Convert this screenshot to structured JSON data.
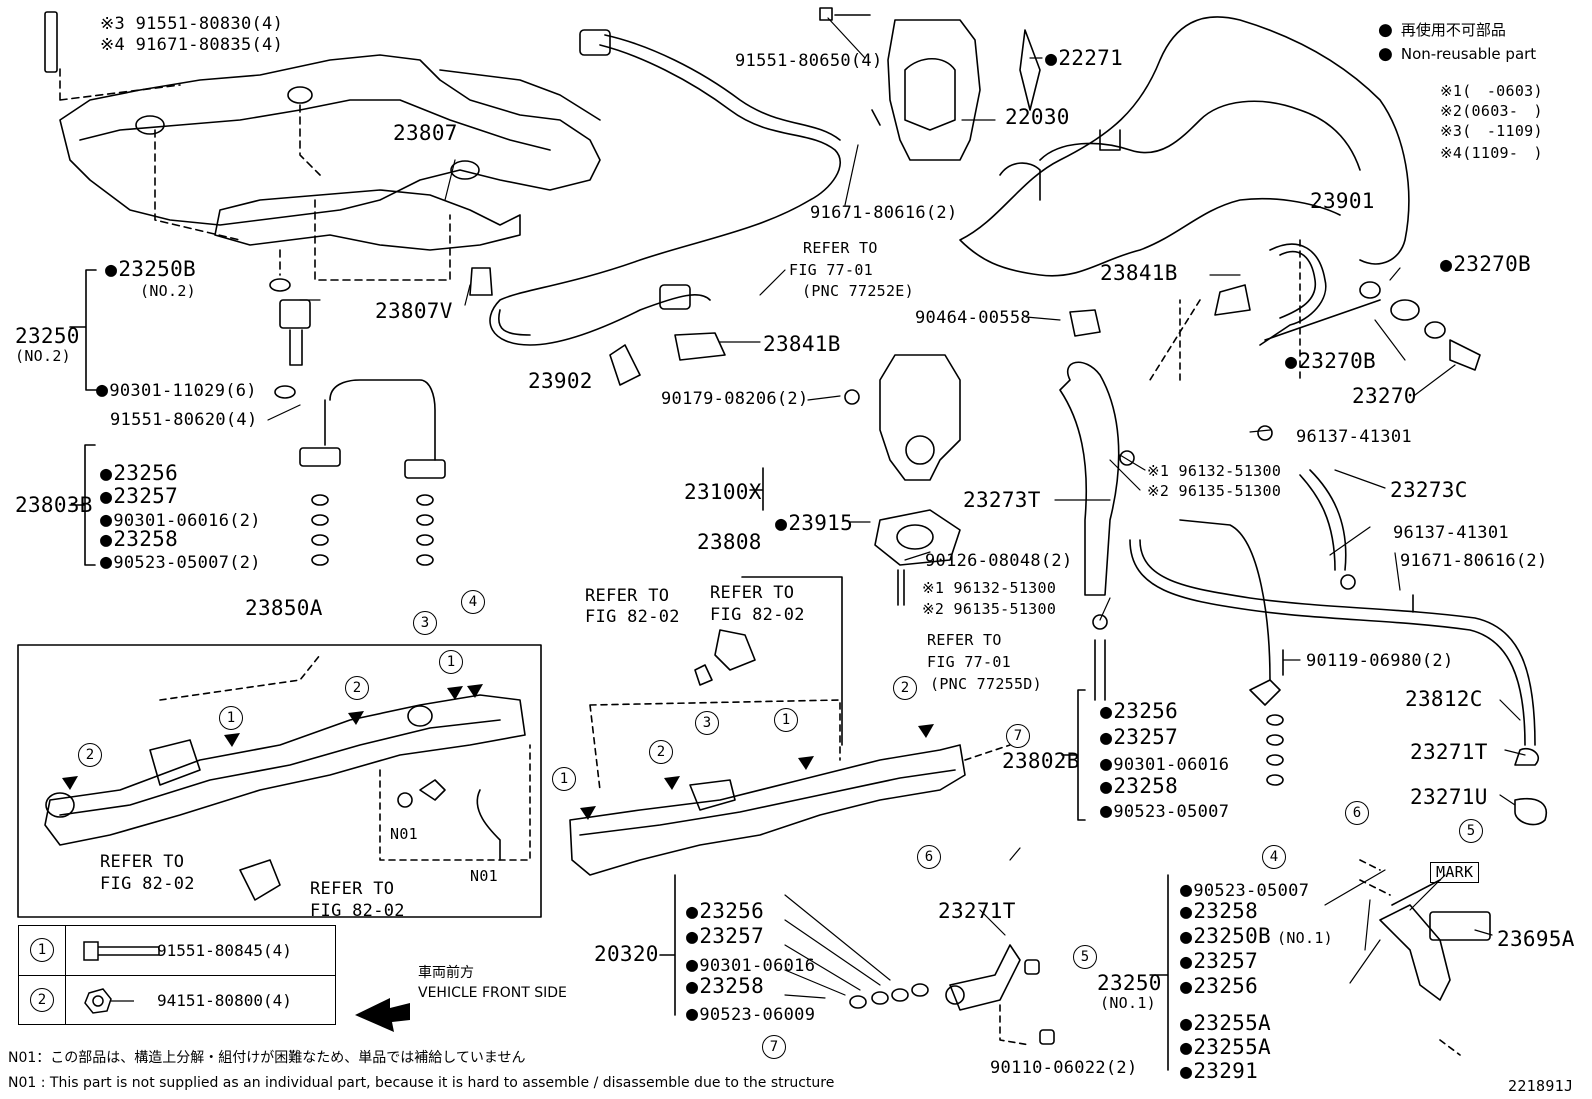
{
  "legend": {
    "non_reusable_ja": "再使用不可部品",
    "non_reusable_en": "Non-reusable part",
    "variants": [
      "※1(　-0603)",
      "※2(0603-　)",
      "※3(　-1109)",
      "※4(1109-　)"
    ]
  },
  "labels": {
    "p1": "※3 91551-80830(4)",
    "p2": "※4 91671-80835(4)",
    "p3": "91551-80650(4)",
    "p4": "22271",
    "p5": "22030",
    "p6": "23807",
    "p7": "91671-80616(2)",
    "p8": "REFER TO",
    "p9": "FIG 77-01",
    "p10": "(PNC 77252E)",
    "p11": "23901",
    "p12": "23841B",
    "p13": "23270B",
    "p14": "23250B",
    "p15": "(NO.2)",
    "p16": "23807V",
    "p17": "90464-00558",
    "p18": "23841B",
    "p19": "23250",
    "p20": "(NO.2)",
    "p21": "23902",
    "p22": "90301-11029(6)",
    "p23": "23270B",
    "p24": "23270",
    "p25": "90179-08206(2)",
    "p26": "91551-80620(4)",
    "p27": "96137-41301",
    "p28": "23256",
    "p29": "23257",
    "p30": "90301-06016(2)",
    "p31": "23258",
    "p32": "90523-05007(2)",
    "p33": "23803B",
    "p34": "※1 96132-51300",
    "p35": "※2 96135-51300",
    "p36": "23100X",
    "p37": "23273T",
    "p38": "23273C",
    "p39": "23915",
    "p40": "23808",
    "p41": "90126-08048(2)",
    "p42": "96137-41301",
    "p43": "91671-80616(2)",
    "p44": "※1 96132-51300",
    "p45": "※2 96135-51300",
    "p46": "23850A",
    "p47": "REFER TO",
    "p48": "FIG 82-02",
    "p49": "REFER TO",
    "p50": "FIG 82-02",
    "p51": "REFER TO",
    "p52": "FIG 77-01",
    "p53": "(PNC 77255D)",
    "p54": "90119-06980(2)",
    "p55": "23812C",
    "p56": "23256",
    "p57": "23257",
    "p58": "90301-06016",
    "p59": "23258",
    "p60": "90523-05007",
    "p61": "23802B",
    "p62": "23271T",
    "p63": "23271U",
    "p64": "REFER TO",
    "p65": "FIG 82-02",
    "p66": "REFER TO",
    "p67": "FIG 82-02",
    "p68": "N01",
    "p69": "N01",
    "p70": "MARK",
    "p71": "23256",
    "p72": "23257",
    "p73": "90301-06016",
    "p74": "23258",
    "p75": "90523-06009",
    "p76": "20320",
    "p77": "23271T",
    "p78": "90523-05007",
    "p79": "23258",
    "p80": "23250B",
    "p81": "(NO.1)",
    "p82": "23257",
    "p83": "23256",
    "p84": "23250",
    "p85": "(NO.1)",
    "p86": "23695A",
    "p87": "23255A",
    "p88": "23255A",
    "p89": "23291",
    "p90": "90110-06022(2)"
  },
  "callouts": [
    "1",
    "2",
    "3",
    "4",
    "5",
    "6",
    "7"
  ],
  "key_table": [
    {
      "num": "1",
      "part": "91551-80845(4)"
    },
    {
      "num": "2",
      "part": "94151-80800(4)"
    }
  ],
  "front": {
    "ja": "車両前方",
    "en": "VEHICLE FRONT SIDE"
  },
  "notes": {
    "ja": "N01：この部品は、構造上分解・組付けが困難なため、単品では補給していません",
    "en": "N01 : This part is not supplied as an individual part, because it is hard to assemble / disassemble due to the structure"
  },
  "figure_id": "221891J"
}
